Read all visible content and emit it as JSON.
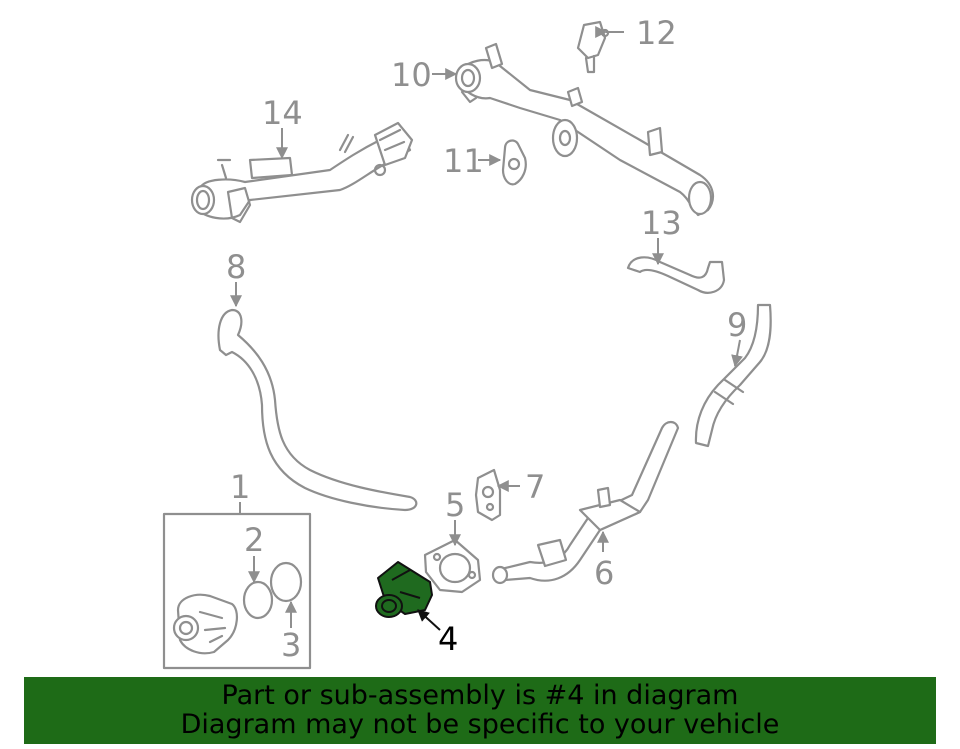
{
  "callouts": {
    "c1": "1",
    "c2": "2",
    "c3": "3",
    "c4": "4",
    "c5": "5",
    "c6": "6",
    "c7": "7",
    "c8": "8",
    "c9": "9",
    "c10": "10",
    "c11": "11",
    "c12": "12",
    "c13": "13",
    "c14": "14"
  },
  "highlighted_part": "4",
  "colors": {
    "highlight_fill": "#1f6a1f",
    "banner_background": "#1e6b17",
    "line_gray": "#8f8f8f"
  },
  "banner": {
    "line1": "Part or sub-assembly is #4 in diagram",
    "line2": "Diagram may not be specific to your vehicle"
  }
}
